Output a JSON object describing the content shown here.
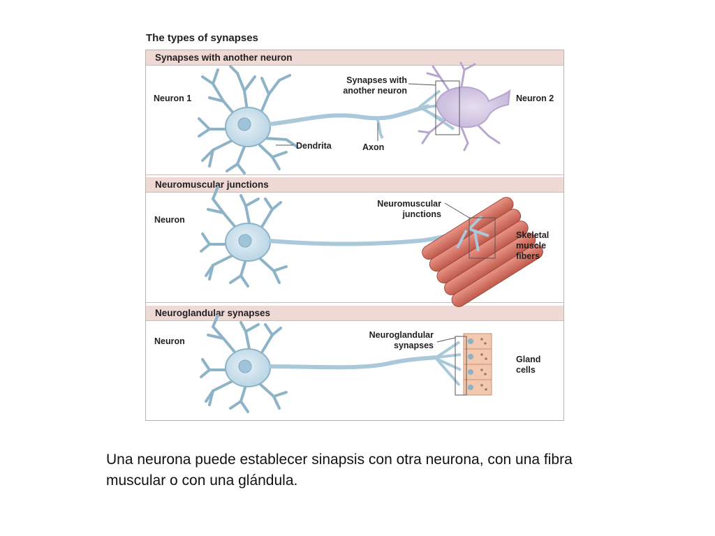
{
  "figure": {
    "title": "The types of synapses",
    "panels": [
      {
        "heading": "Synapses with another neuron",
        "labels": {
          "left_neuron": "Neuron 1",
          "dendrites": "Dendrita",
          "axon": "Axon",
          "synapse_1": "Synapses with",
          "synapse_2": "another neuron",
          "right_neuron": "Neuron 2"
        }
      },
      {
        "heading": "Neuromuscular junctions",
        "labels": {
          "left_neuron": "Neuron",
          "junction_1": "Neuromuscular",
          "junction_2": "junctions",
          "target_1": "Skeletal",
          "target_2": "muscle",
          "target_3": "fibers"
        }
      },
      {
        "heading": "Neuroglandular synapses",
        "labels": {
          "left_neuron": "Neuron",
          "junction_1": "Neuroglandular",
          "junction_2": "synapses",
          "target_1": "Gland",
          "target_2": "cells"
        }
      }
    ]
  },
  "caption": "Una neurona puede establecer sinapsis con otra neurona, con una fibra muscular o con una glándula.",
  "colors": {
    "neuron_fill": "#cfe3ee",
    "neuron_stroke": "#7fa7bd",
    "nucleus": "#9fc3d8",
    "neuron2_fill": "#d8cde6",
    "muscle": "#d9786a",
    "gland": "#f2c9ae",
    "band": "#eed9d4"
  }
}
